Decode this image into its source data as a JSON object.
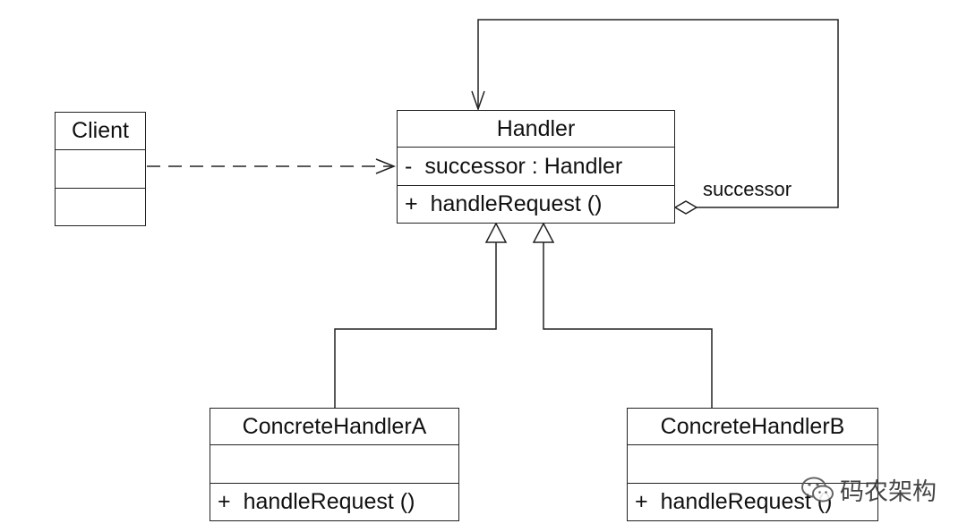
{
  "diagram": {
    "classes": {
      "client": {
        "name": "Client",
        "attributes": [],
        "operations": []
      },
      "handler": {
        "name": "Handler",
        "attributes": [
          {
            "visibility": "-",
            "text": "successor : Handler"
          }
        ],
        "operations": [
          {
            "visibility": "+",
            "text": "handleRequest ()"
          }
        ]
      },
      "concrete_a": {
        "name": "ConcreteHandlerA",
        "attributes": [],
        "operations": [
          {
            "visibility": "+",
            "text": "handleRequest ()"
          }
        ]
      },
      "concrete_b": {
        "name": "ConcreteHandlerB",
        "attributes": [],
        "operations": [
          {
            "visibility": "+",
            "text": "handleRequest ()"
          }
        ]
      }
    },
    "relations": {
      "dependency": {
        "from": "Client",
        "to": "Handler",
        "style": "dashed-open-arrow"
      },
      "aggregation": {
        "from": "Handler",
        "to": "Handler",
        "label": "successor",
        "style": "open-diamond-self"
      },
      "generalization_a": {
        "from": "ConcreteHandlerA",
        "to": "Handler",
        "style": "hollow-triangle"
      },
      "generalization_b": {
        "from": "ConcreteHandlerB",
        "to": "Handler",
        "style": "hollow-triangle"
      }
    }
  },
  "watermark": {
    "text": "码农架构",
    "icon": "wechat-icon"
  },
  "colors": {
    "line": "#222222",
    "background": "#ffffff"
  }
}
